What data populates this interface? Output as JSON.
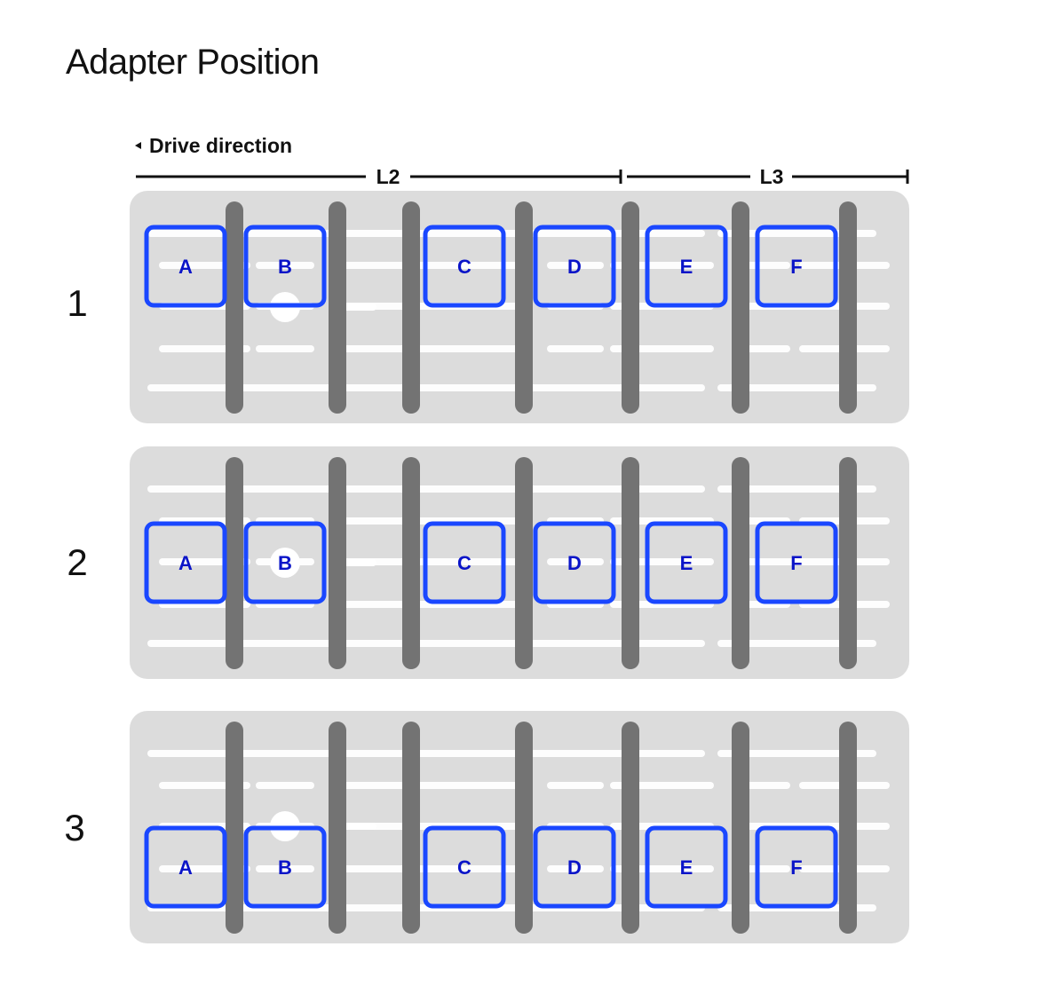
{
  "title": "Adapter Position",
  "drive_direction": {
    "arrow_icon": "triangle-left-icon",
    "label": "Drive direction"
  },
  "segments": [
    {
      "id": "L2",
      "label": "L2"
    },
    {
      "id": "L3",
      "label": "L3"
    }
  ],
  "positions": [
    {
      "label": "1",
      "adapters": [
        "A",
        "B",
        "C",
        "D",
        "E",
        "F"
      ],
      "adapter_row": "top",
      "marker_row": "third"
    },
    {
      "label": "2",
      "adapters": [
        "A",
        "B",
        "C",
        "D",
        "E",
        "F"
      ],
      "adapter_row": "middle",
      "marker_row": "middle"
    },
    {
      "label": "3",
      "adapters": [
        "A",
        "B",
        "C",
        "D",
        "E",
        "F"
      ],
      "adapter_row": "bottom",
      "marker_row": "third"
    }
  ],
  "colors": {
    "panel": "#dcdcdc",
    "rail": "#737373",
    "track": "#ffffff",
    "adapter_border": "#1a47ff",
    "adapter_text": "#0a14c8",
    "text": "#111111"
  }
}
